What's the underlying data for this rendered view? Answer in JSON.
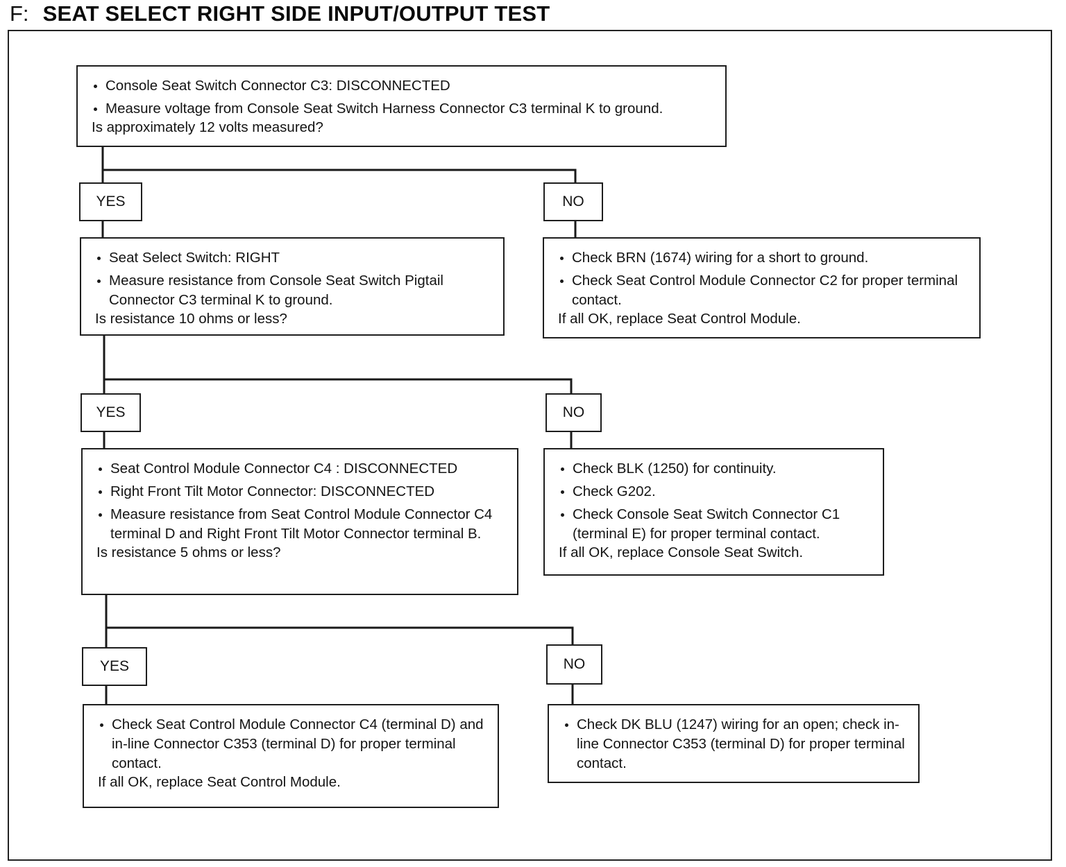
{
  "header": {
    "prefix": "F:",
    "title": "SEAT SELECT RIGHT SIDE INPUT/OUTPUT TEST"
  },
  "steps": {
    "step1": {
      "bullets": [
        "Console Seat Switch Connector C3:  DISCONNECTED",
        "Measure voltage from Console Seat Switch Harness Connector C3 terminal K to ground."
      ],
      "question": "Is approximately 12 volts measured?"
    },
    "step1_yes": {
      "bullets": [
        "Seat Select Switch:  RIGHT",
        "Measure resistance from Console Seat Switch Pigtail Connector C3 terminal K to ground."
      ],
      "question": "Is resistance 10 ohms or less?"
    },
    "step1_no": {
      "bullets": [
        "Check BRN (1674) wiring for a short to ground.",
        "Check Seat Control Module Connector C2 for proper terminal contact."
      ],
      "question": "If all OK, replace Seat Control Module."
    },
    "step2_yes": {
      "bullets": [
        "Seat Control Module Connector C4 :  DISCONNECTED",
        "Right Front Tilt Motor Connector:  DISCONNECTED",
        "Measure resistance from Seat Control Module Connector C4 terminal D and Right Front Tilt Motor Connector terminal B."
      ],
      "question": "Is resistance 5 ohms or less?"
    },
    "step2_no": {
      "bullets": [
        "Check BLK (1250) for continuity.",
        "Check G202.",
        "Check Console Seat Switch Connector C1 (terminal E) for proper terminal contact."
      ],
      "question": "If all OK, replace Console Seat Switch."
    },
    "step3_yes": {
      "bullets": [
        "Check Seat Control Module Connector C4 (terminal D) and in-line Connector C353 (terminal D) for proper terminal contact."
      ],
      "question": "If all OK, replace Seat Control Module."
    },
    "step3_no": {
      "bullets": [
        "Check DK BLU (1247) wiring for an open; check in-line Connector C353 (terminal D) for proper terminal contact."
      ],
      "question": ""
    }
  },
  "branches": {
    "b1_yes": "YES",
    "b1_no": "NO",
    "b2_yes": "YES",
    "b2_no": "NO",
    "b3_yes": "YES",
    "b3_no": "NO"
  }
}
